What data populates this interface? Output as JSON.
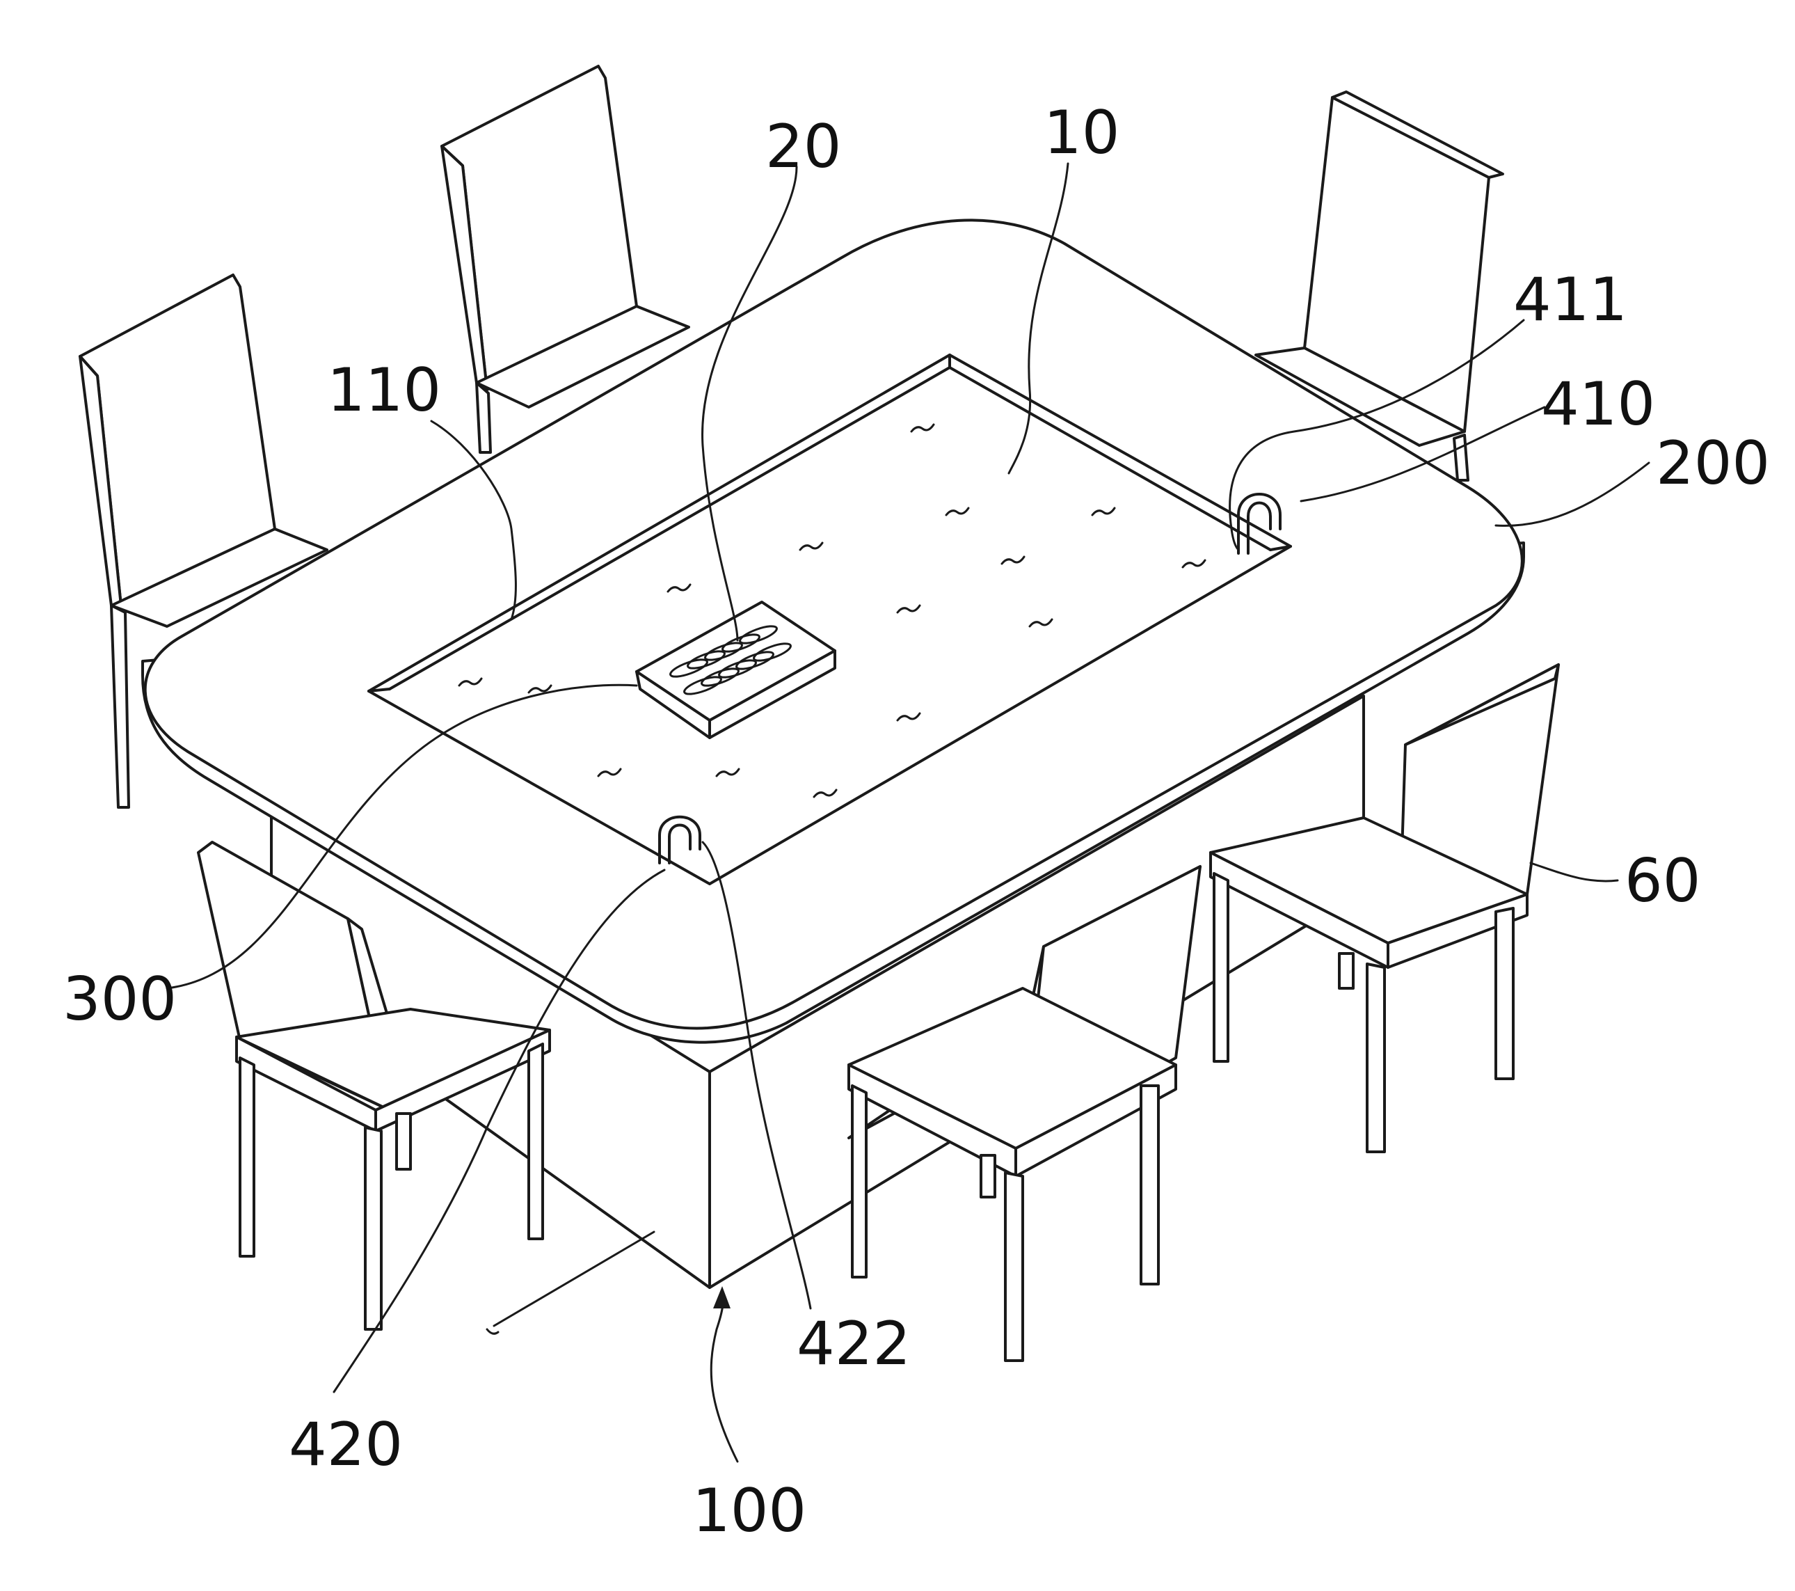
{
  "labels": {
    "l20": "20",
    "l10": "10",
    "l411": "411",
    "l110": "110",
    "l410": "410",
    "l200": "200",
    "l60": "60",
    "l300": "300",
    "l422": "422",
    "l420": "420",
    "l100": "100"
  }
}
